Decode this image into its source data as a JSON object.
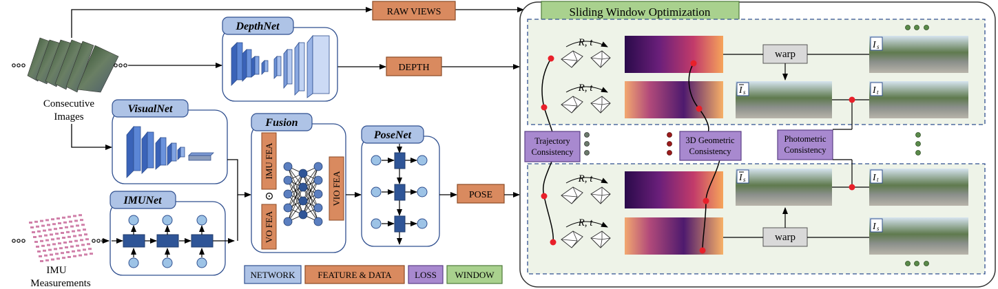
{
  "inputs": {
    "images_label_line1": "Consecutive",
    "images_label_line2": "Images",
    "imu_label_line1": "IMU",
    "imu_label_line2": "Measurements"
  },
  "networks": {
    "depthnet": "DepthNet",
    "visualnet": "VisualNet",
    "imunet": "IMUNet",
    "fusion": "Fusion",
    "posenet": "PoseNet"
  },
  "features": {
    "raw_views": "RAW VIEWS",
    "depth": "DEPTH",
    "pose": "POSE",
    "imu_fea": "IMU FEA",
    "vo_fea": "VO FEA",
    "vio_fea": "VIO FEA",
    "concat_symbol": "⊙"
  },
  "window": {
    "title": "Sliding Window Optimization",
    "motion_label": "R, t",
    "warp": "warp",
    "image_labels": {
      "source": "I",
      "source_sub": "s",
      "target": "I",
      "target_sub": "t"
    }
  },
  "losses": {
    "trajectory_line1": "Trajectory",
    "trajectory_line2": "Consistency",
    "geometric_line1": "3D Geometric",
    "geometric_line2": "Consistency",
    "photometric_line1": "Photometric",
    "photometric_line2": "Consistency"
  },
  "legend": {
    "network": "NETWORK",
    "feature_data": "FEATURE & DATA",
    "loss": "LOSS",
    "window": "WINDOW"
  },
  "colors": {
    "network_fill": "#aec3e6",
    "network_stroke": "#2f4f8f",
    "feature_fill": "#d98a5f",
    "feature_stroke": "#8b4a24",
    "loss_fill": "#a889cf",
    "window_fill": "#a9d18e",
    "window_bg": "#eef3e8",
    "accent_red": "#e8202a",
    "dot_green": "#5a8a4a"
  }
}
